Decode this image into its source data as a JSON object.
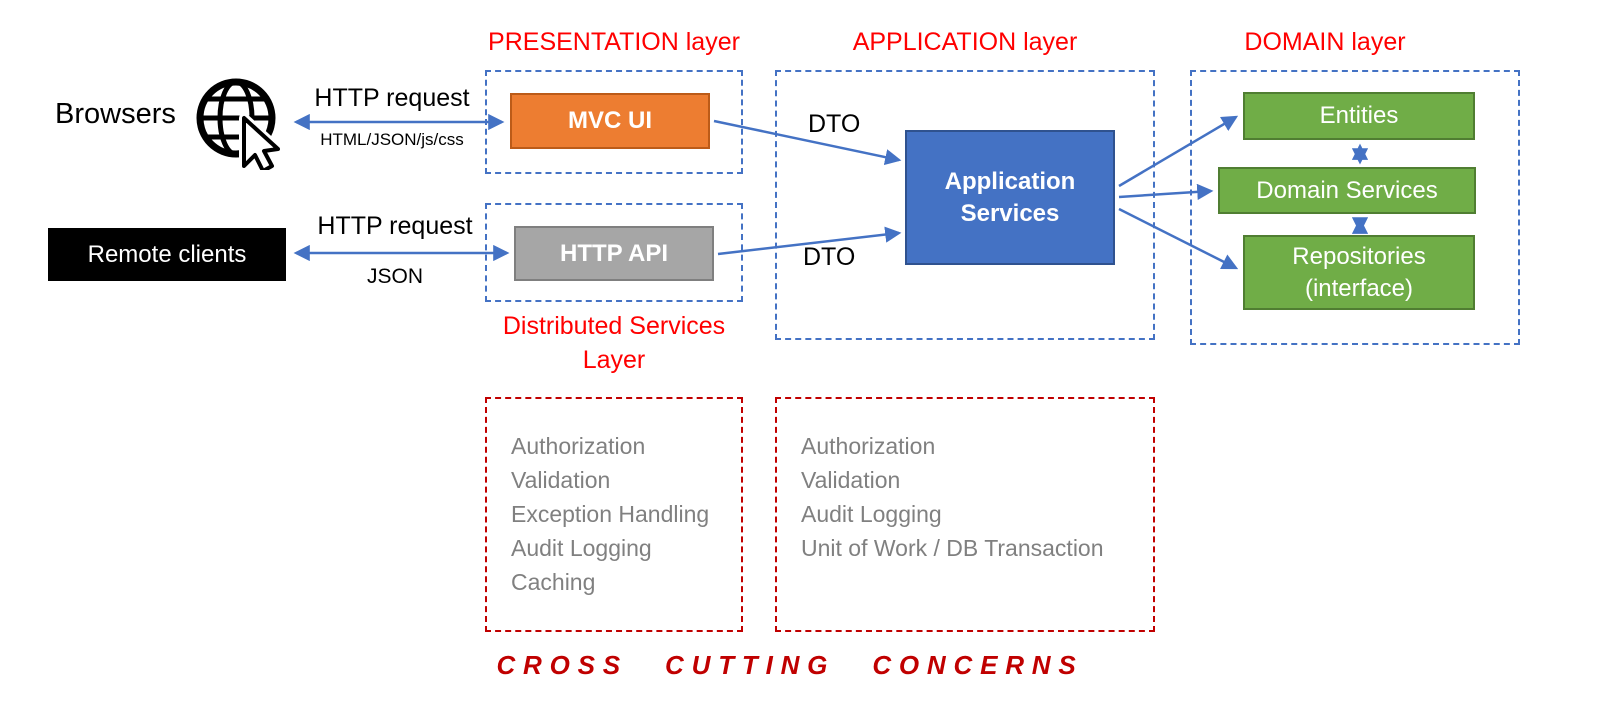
{
  "clients": {
    "browsers_label": "Browsers",
    "remote_clients_label": "Remote clients",
    "browser_arrow_top_label": "HTTP request",
    "browser_arrow_bottom_label": "HTML/JSON/js/css",
    "remote_arrow_top_label": "HTTP request",
    "remote_arrow_bottom_label": "JSON"
  },
  "presentation_layer": {
    "title": "PRESENTATION layer",
    "mvc_ui_label": "MVC UI",
    "http_api_label": "HTTP API",
    "distributed_services_title": "Distributed Services Layer"
  },
  "application_layer": {
    "title": "APPLICATION layer",
    "app_services_label": "Application Services",
    "dto_top_label": "DTO",
    "dto_bottom_label": "DTO"
  },
  "domain_layer": {
    "title": "DOMAIN layer",
    "entities_label": "Entities",
    "domain_services_label": "Domain Services",
    "repositories_label": "Repositories (interface)"
  },
  "cross_cutting": {
    "title": "CROSS CUTTING CONCERNS",
    "left_items": [
      "Authorization",
      "Validation",
      "Exception Handling",
      "Audit Logging",
      "Caching"
    ],
    "right_items": [
      "Authorization",
      "Validation",
      "Audit Logging",
      "Unit of Work / DB Transaction"
    ]
  },
  "colors": {
    "layer_title_red": "#FF0000",
    "cross_cutting_red": "#C00000",
    "connector_blue": "#4472C4",
    "mvc_orange": "#ED7D31",
    "api_gray": "#A6A6A6",
    "app_services_blue": "#4472C4",
    "domain_green": "#70AD47",
    "cross_cutting_text_gray": "#808080"
  }
}
